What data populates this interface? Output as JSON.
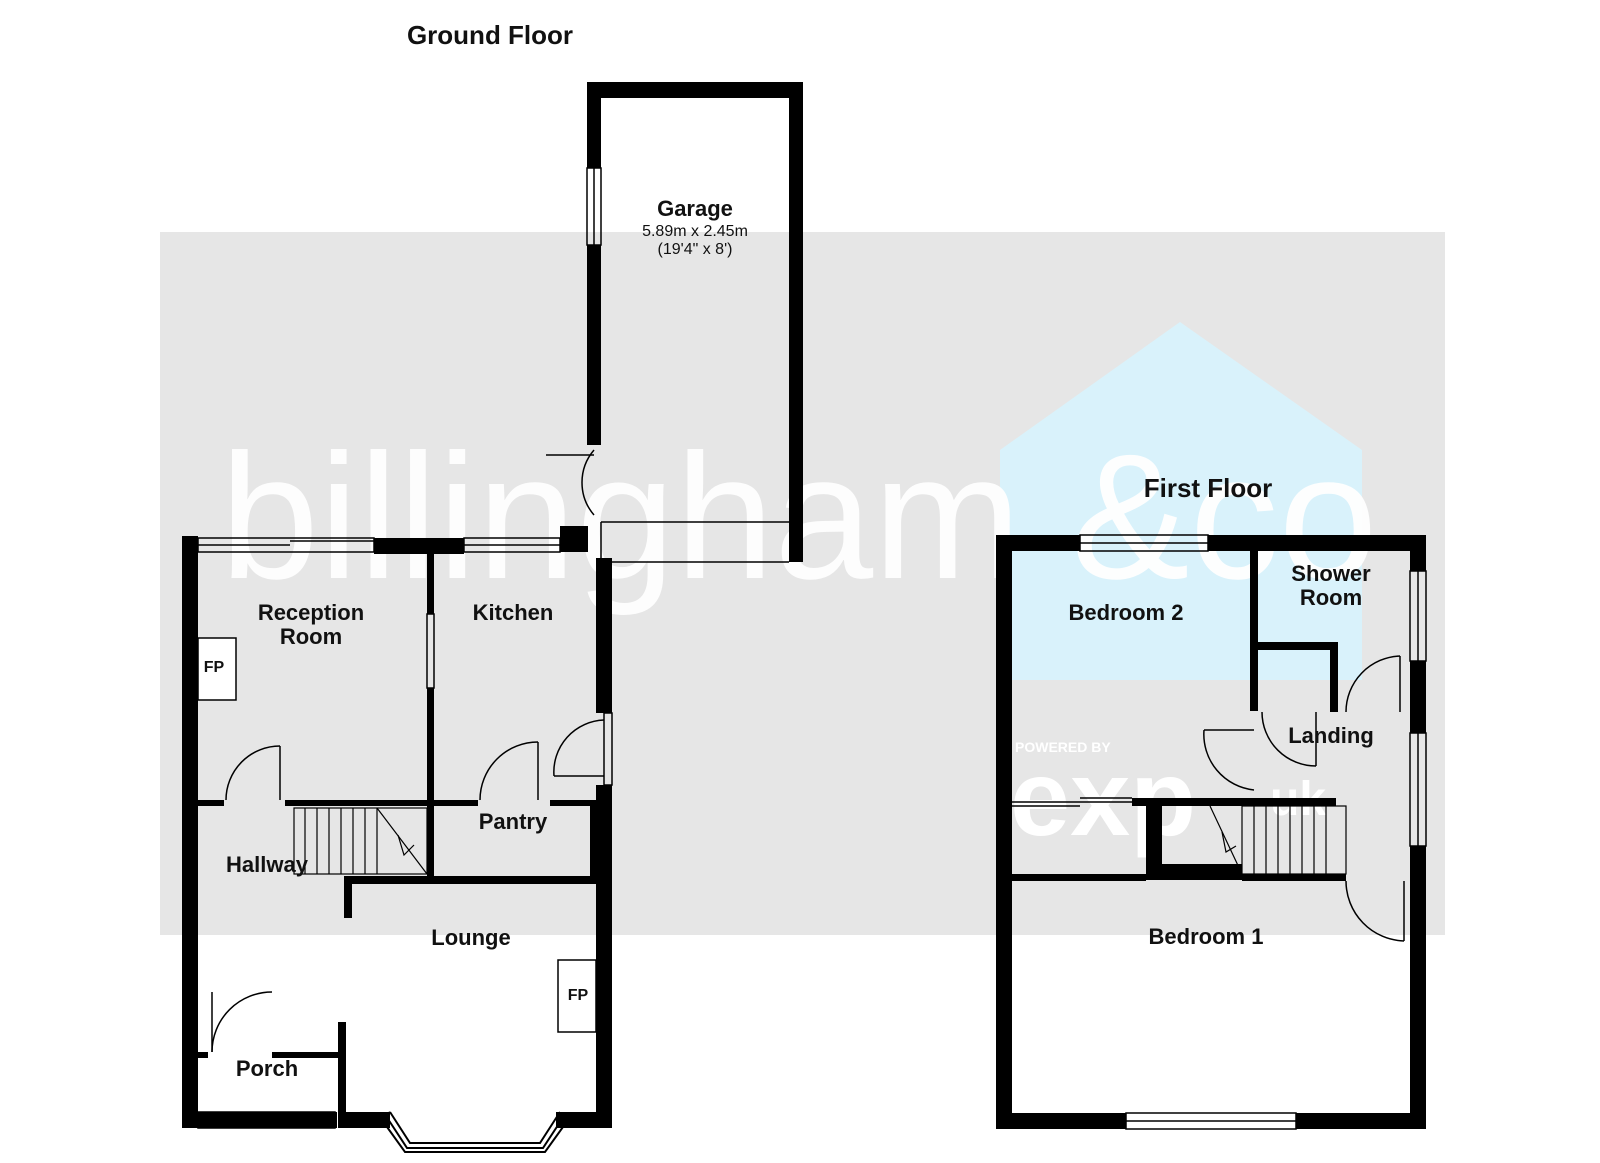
{
  "colors": {
    "wall": "#000000",
    "background_band": "#e6e6e6",
    "watermark_house": "#d9f2fb",
    "watermark_text": "#ffffff"
  },
  "watermark": {
    "brand": "billingham &co",
    "powered_by": "POWERED BY",
    "exp": "exp",
    "uk": "uk"
  },
  "floorplan": {
    "ground": {
      "title": "Ground Floor",
      "garage": {
        "name": "Garage",
        "dims_metric": "5.89m x 2.45m",
        "dims_imperial": "(19'4\" x 8')"
      },
      "reception": {
        "line1": "Reception",
        "line2": "Room"
      },
      "kitchen": "Kitchen",
      "pantry": "Pantry",
      "hallway": "Hallway",
      "lounge": "Lounge",
      "porch": "Porch",
      "fp_reception": "FP",
      "fp_lounge": "FP"
    },
    "first": {
      "title": "First Floor",
      "bedroom2": "Bedroom 2",
      "shower": {
        "line1": "Shower",
        "line2": "Room"
      },
      "landing": "Landing",
      "bedroom1": "Bedroom 1"
    }
  }
}
